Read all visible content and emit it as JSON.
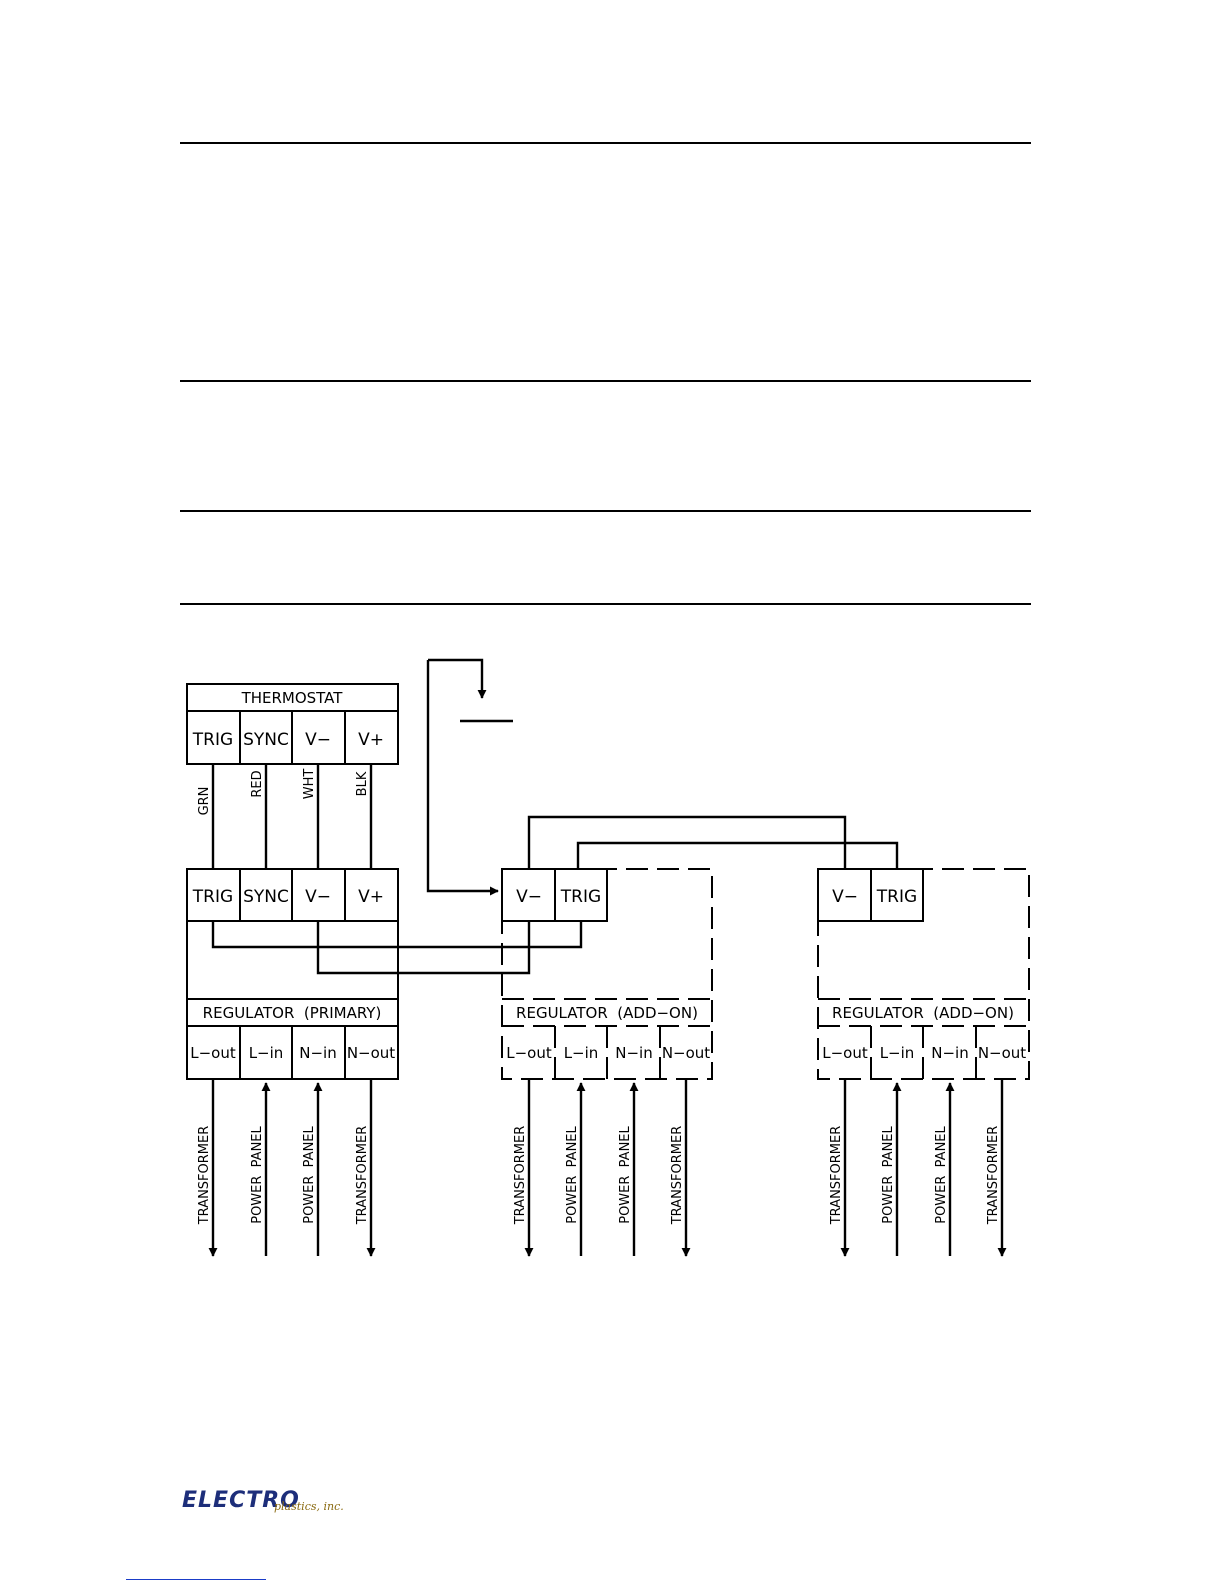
{
  "thermostat": {
    "title": "THERMOSTAT",
    "terminals": [
      "TRIG",
      "SYNC",
      "V−",
      "V+"
    ],
    "wire_colors": [
      "GRN",
      "RED",
      "WHT",
      "BLK"
    ]
  },
  "primary": {
    "terminals": [
      "TRIG",
      "SYNC",
      "V−",
      "V+"
    ],
    "title": "REGULATOR  (PRIMARY)",
    "power": [
      "L−out",
      "L−in",
      "N−in",
      "N−out"
    ]
  },
  "addon1": {
    "terminals": [
      "V−",
      "TRIG"
    ],
    "title": "REGULATOR  (ADD−ON)",
    "power": [
      "L−out",
      "L−in",
      "N−in",
      "N−out"
    ]
  },
  "addon2": {
    "terminals": [
      "V−",
      "TRIG"
    ],
    "title": "REGULATOR  (ADD−ON)",
    "power": [
      "L−out",
      "L−in",
      "N−in",
      "N−out"
    ]
  },
  "line_labels": {
    "transformer": "TRANSFORMER",
    "power_panel": "POWER  PANEL"
  },
  "logo": {
    "name": "ELECTRO",
    "suffix": "plastics, inc."
  }
}
